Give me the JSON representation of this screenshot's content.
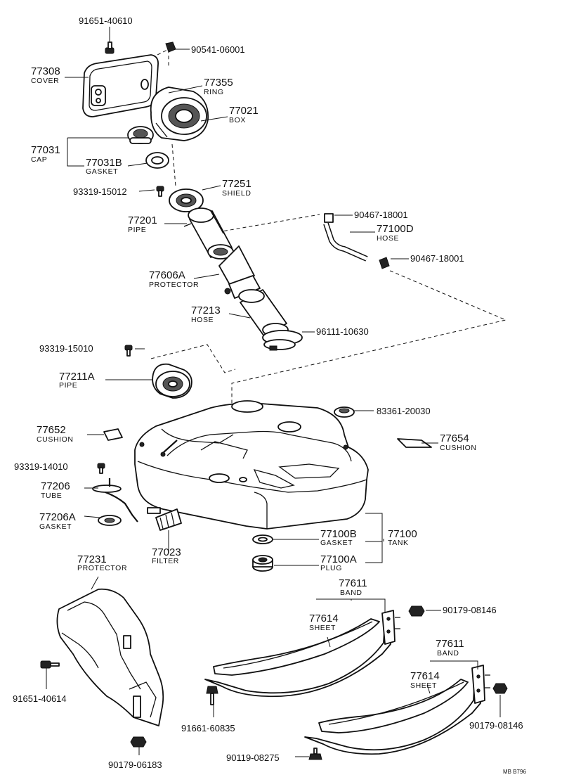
{
  "parts": {
    "c77308": {
      "number": "77308",
      "name": "COVER"
    },
    "c77355": {
      "number": "77355",
      "name": "RING"
    },
    "c77021": {
      "number": "77021",
      "name": "BOX"
    },
    "c77031": {
      "number": "77031",
      "name": "CAP"
    },
    "c77031b": {
      "number": "77031B",
      "name": "GASKET"
    },
    "c77251": {
      "number": "77251",
      "name": "SHIELD"
    },
    "c77201": {
      "number": "77201",
      "name": "PIPE"
    },
    "c77100d": {
      "number": "77100D",
      "name": "HOSE"
    },
    "c77606a": {
      "number": "77606A",
      "name": "PROTECTOR"
    },
    "c77213": {
      "number": "77213",
      "name": "HOSE"
    },
    "c77211a": {
      "number": "77211A",
      "name": "PIPE"
    },
    "c77652": {
      "number": "77652",
      "name": "CUSHION"
    },
    "c77654": {
      "number": "77654",
      "name": "CUSHION"
    },
    "c77206": {
      "number": "77206",
      "name": "TUBE"
    },
    "c77206a": {
      "number": "77206A",
      "name": "GASKET"
    },
    "c77023": {
      "number": "77023",
      "name": "FILTER"
    },
    "c77100b": {
      "number": "77100B",
      "name": "GASKET"
    },
    "c77100": {
      "number": "77100",
      "name": "TANK"
    },
    "c77100a": {
      "number": "77100A",
      "name": "PLUG"
    },
    "c77231": {
      "number": "77231",
      "name": "PROTECTOR"
    },
    "c77611_1": {
      "number": "77611",
      "name": "BAND"
    },
    "c77614_1": {
      "number": "77614",
      "name": "SHEET"
    },
    "c77611_2": {
      "number": "77611",
      "name": "BAND"
    },
    "c77614_2": {
      "number": "77614",
      "name": "SHEET"
    }
  },
  "refs": {
    "r1": "91651-40610",
    "r2": "90541-06001",
    "r3": "93319-15012",
    "r4": "90467-18001",
    "r5": "90467-18001",
    "r6": "96111-10630",
    "r7": "93319-15010",
    "r8": "83361-20030",
    "r9": "93319-14010",
    "r10": "90179-08146",
    "r11": "91651-40614",
    "r12": "91661-60835",
    "r13": "90179-08146",
    "r14": "90179-06183",
    "r15": "90119-08275"
  },
  "mark": "MB B796"
}
